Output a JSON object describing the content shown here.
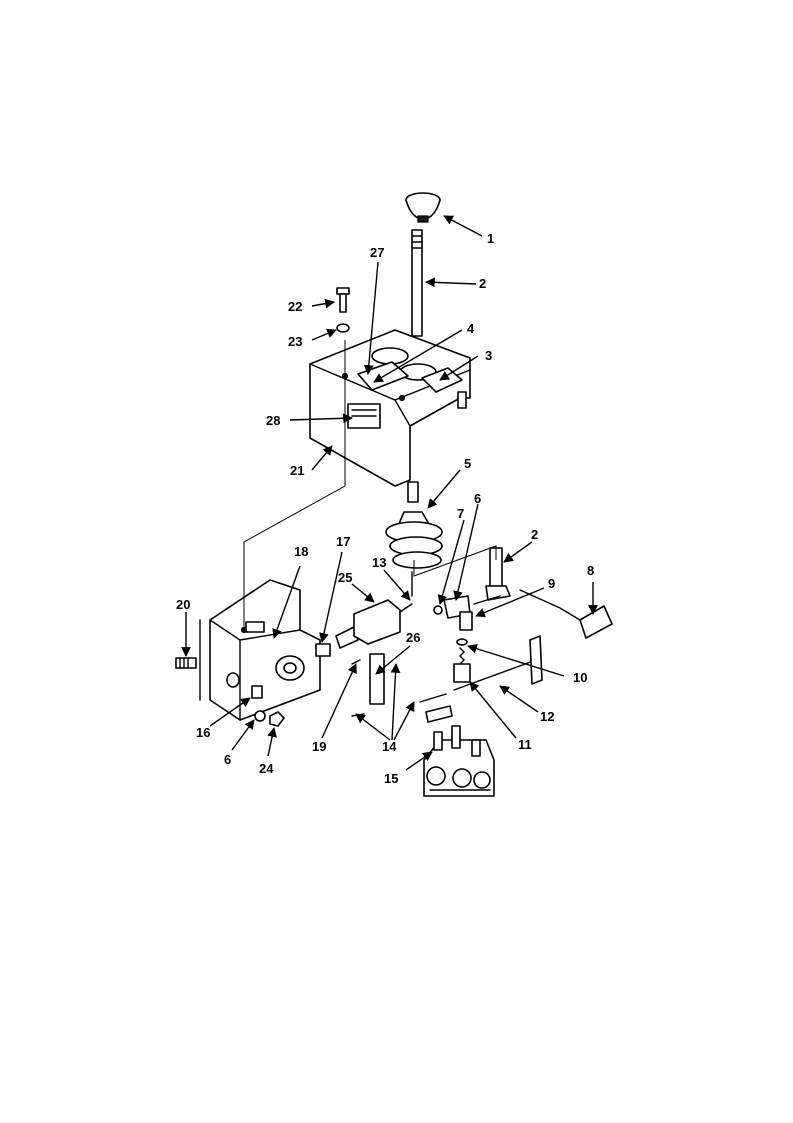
{
  "callouts": [
    "1",
    "2",
    "27",
    "22",
    "4",
    "3",
    "23",
    "28",
    "21",
    "5",
    "6",
    "7",
    "2",
    "18",
    "17",
    "25",
    "13",
    "9",
    "8",
    "20",
    "26",
    "10",
    "16",
    "12",
    "19",
    "14",
    "11",
    "6",
    "24",
    "15"
  ],
  "colors": {
    "ink": "#000000",
    "paper": "#ffffff"
  }
}
